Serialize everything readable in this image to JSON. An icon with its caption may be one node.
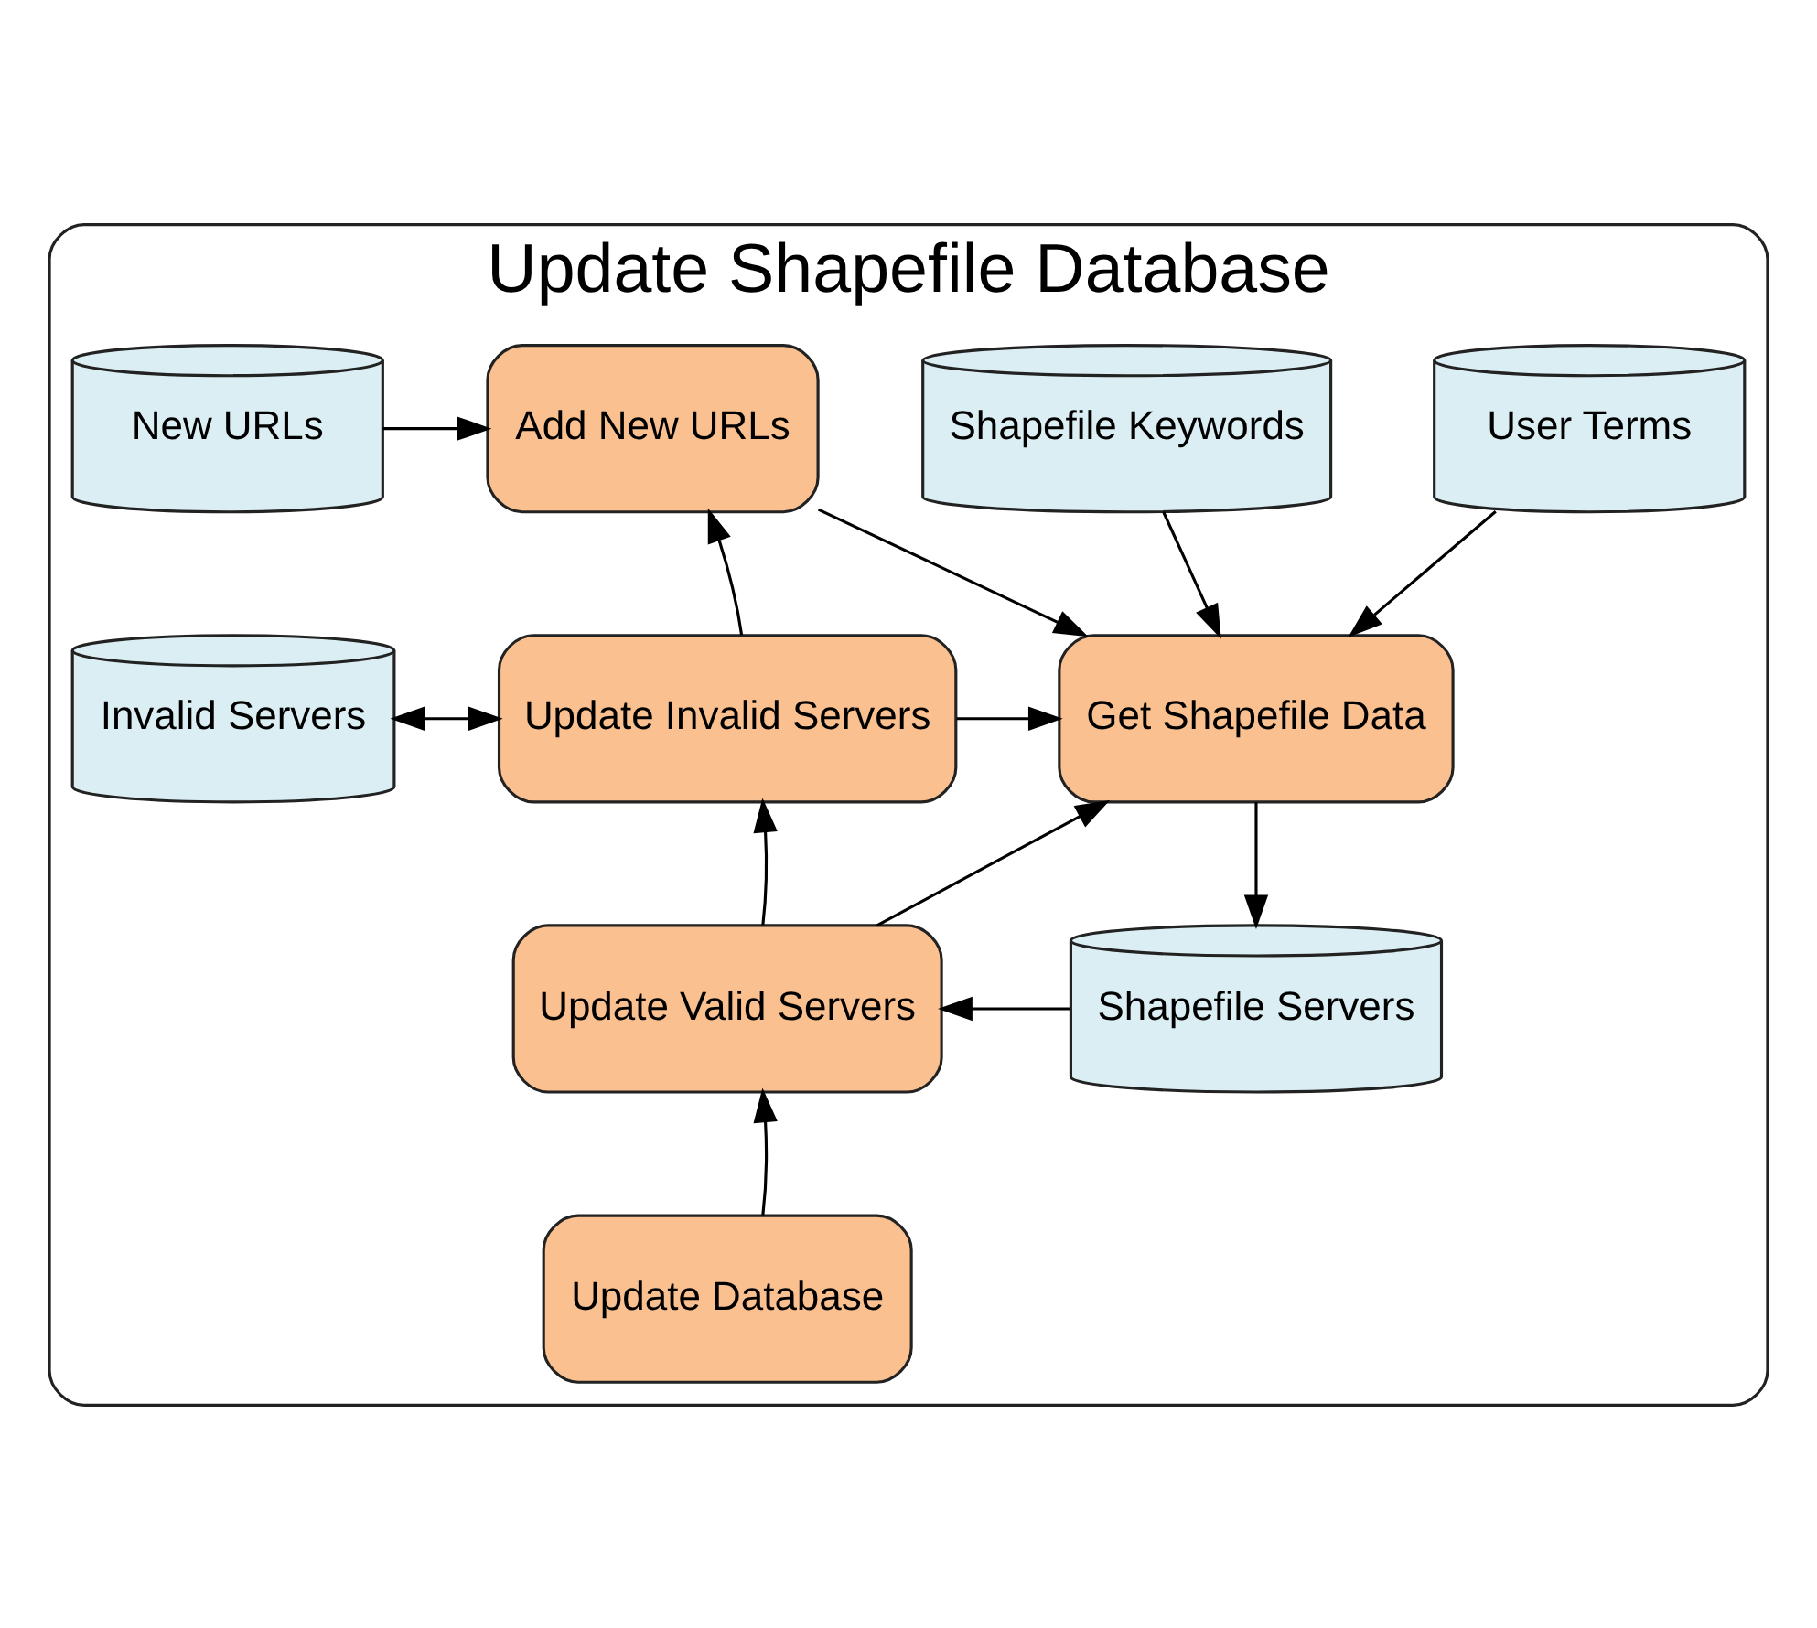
{
  "diagram": {
    "nodes": [
      {
        "text": [
          "Update Shapefile Database"
        ]
      },
      {
        "text": [
          "User Terms"
        ],
        "in": 0
      },
      {
        "text": [
          "Shapefile Keywords"
        ],
        "in": 0
      },
      {
        "text": [
          "Add New URLs"
        ],
        "in": 0
      },
      {
        "text": [
          "New URLs"
        ],
        "in": 0
      },
      {
        "text": [
          "Get Shapefile Data"
        ],
        "in": 0
      },
      {
        "text": [
          "Update Invalid Servers"
        ],
        "in": 0
      },
      {
        "text": [
          "Invalid Servers"
        ],
        "in": 0
      },
      {
        "text": [
          "Update Valid Servers"
        ],
        "in": 0
      },
      {
        "text": [
          "Shapefile Servers"
        ],
        "in": 0
      },
      {
        "text": [
          "Update Database"
        ],
        "in": 0
      }
    ],
    "edges": [
      {
        "from": 1,
        "to": 5,
        "arrow": "to"
      },
      {
        "from": 2,
        "to": 5,
        "arrow": "to"
      },
      {
        "from": 3,
        "to": 5,
        "arrow": "to"
      },
      {
        "from": 4,
        "to": 3,
        "arrow": "to"
      },
      {
        "from": 6,
        "to": 3,
        "arrow": "to"
      },
      {
        "from": 6,
        "to": 5,
        "arrow": "to"
      },
      {
        "from": 6,
        "to": 7,
        "arrow": "both"
      },
      {
        "from": 8,
        "to": 6,
        "arrow": "to"
      },
      {
        "from": 8,
        "to": 5,
        "arrow": "to"
      },
      {
        "from": 5,
        "to": 9,
        "arrow": "to"
      },
      {
        "from": 9,
        "to": 8,
        "arrow": "to"
      },
      {
        "from": 10,
        "to": 8,
        "arrow": "to"
      }
    ]
  }
}
